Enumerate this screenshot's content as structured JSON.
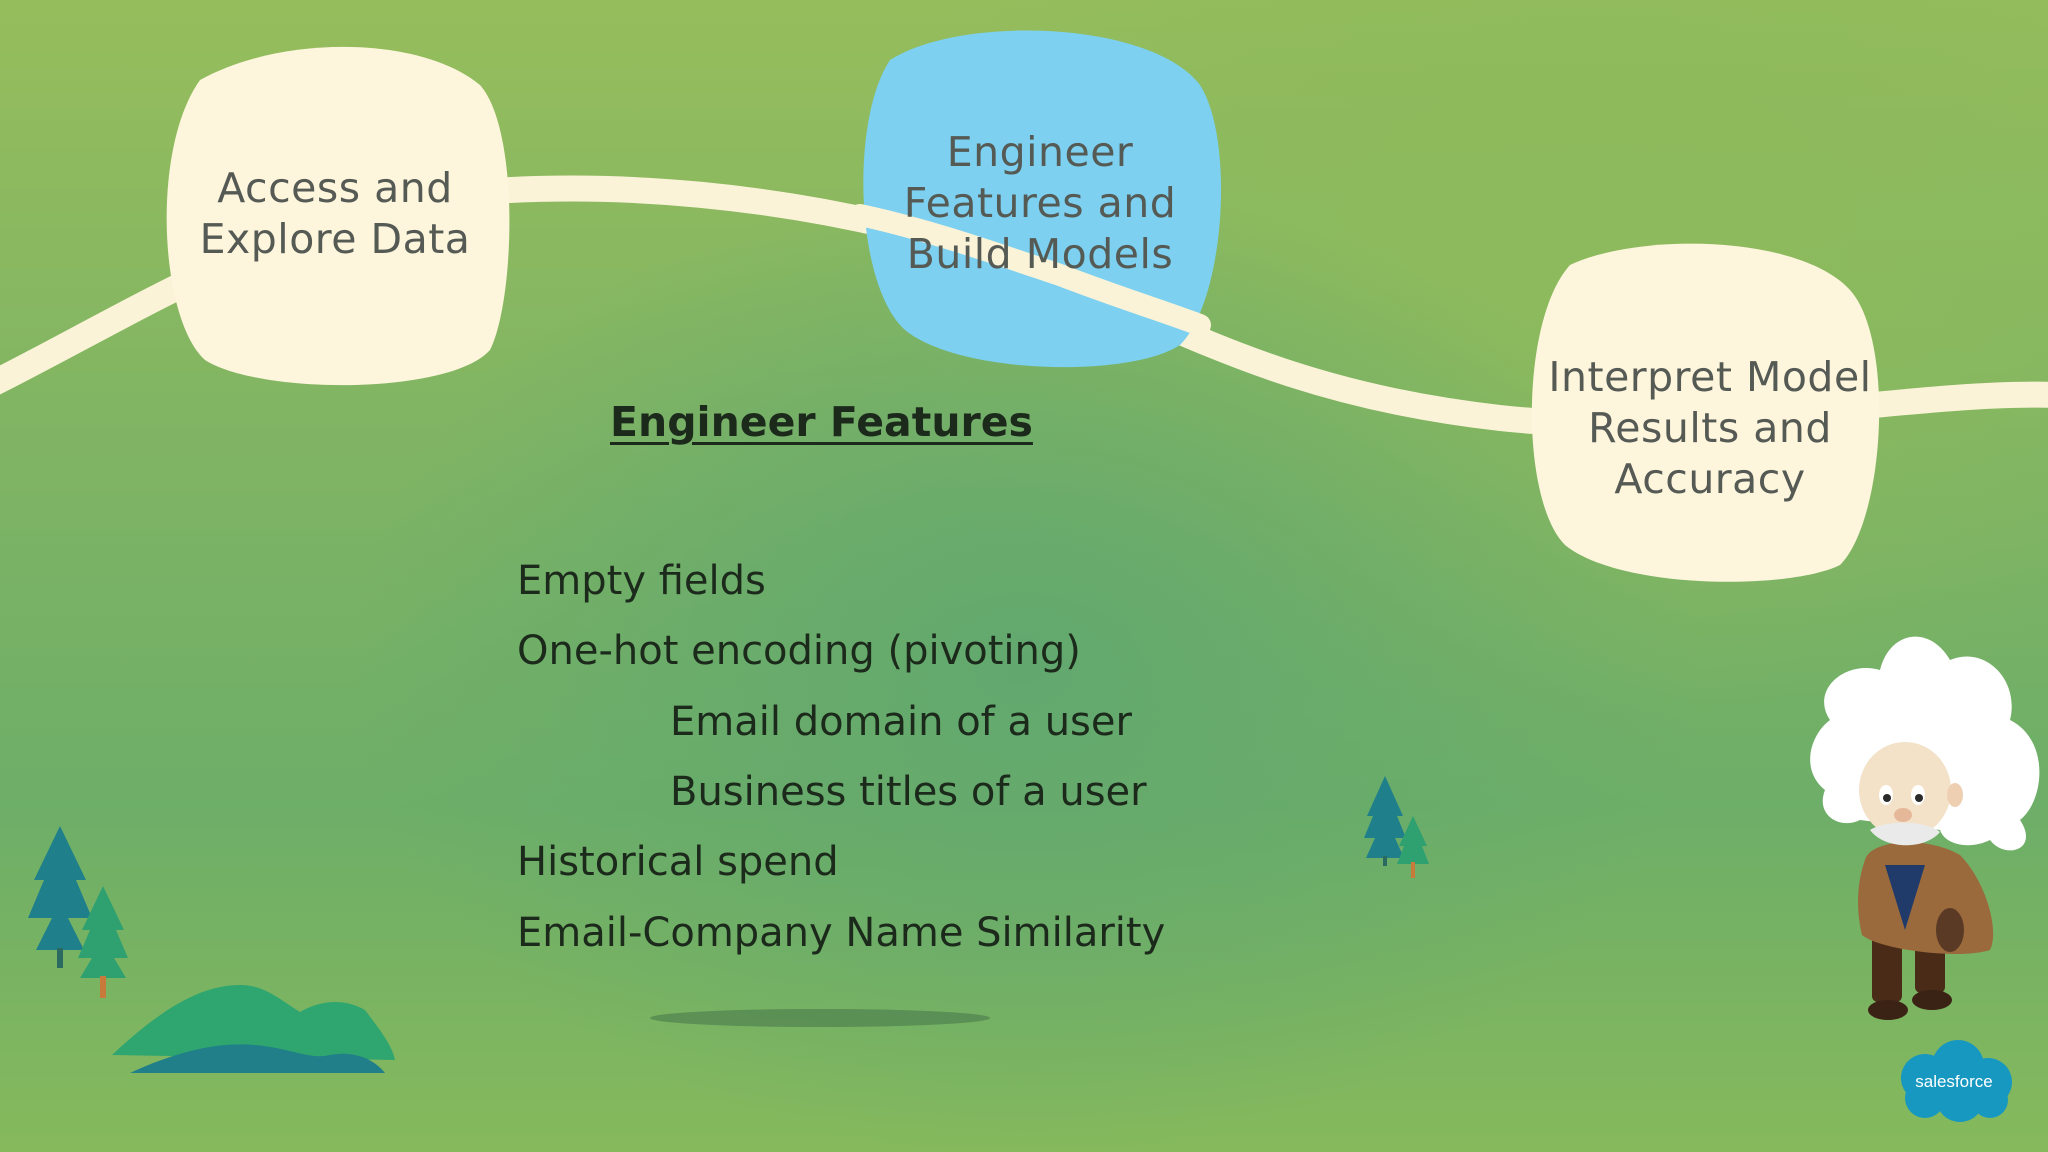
{
  "stages": [
    {
      "lines": [
        "Access and",
        "Explore Data"
      ],
      "color": "#fdf5dc"
    },
    {
      "lines": [
        "Engineer",
        "Features and",
        "Build Models"
      ],
      "color": "#7dd0f0"
    },
    {
      "lines": [
        "Interpret Model",
        "Results and",
        "Accuracy"
      ],
      "color": "#fdf5dc"
    }
  ],
  "heading": "Engineer Features",
  "features": [
    {
      "text": "Empty fields",
      "indent": false
    },
    {
      "text": "One-hot encoding (pivoting)",
      "indent": false
    },
    {
      "text": "Email domain of a user",
      "indent": true
    },
    {
      "text": "Business titles of a user",
      "indent": true
    },
    {
      "text": "Historical spend",
      "indent": false
    },
    {
      "text": "Email-Company Name Similarity",
      "indent": false
    }
  ],
  "logo": {
    "text": "salesforce",
    "color": "#1798c1"
  },
  "icons": [
    "tree-icon",
    "hills-icon",
    "einstein-mascot-icon",
    "salesforce-cloud-icon"
  ]
}
